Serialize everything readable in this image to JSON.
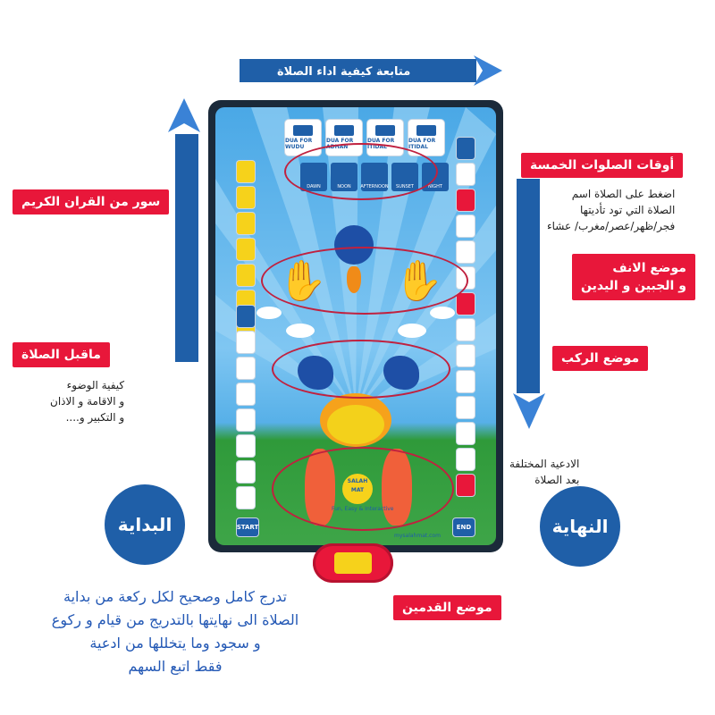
{
  "top_arrow_label": "متابعة كيفية اداء الصلاة",
  "left_vertical_label": "متابعة كيفية اداء الصلاة",
  "right_vertical_label": "متابعة كيفية اداء الصلاة",
  "callouts": {
    "quran": "سور من القران الكريم",
    "prayer_times": "أوقات الصلوات الخمسة",
    "before_prayer": "ماقبل الصلاة",
    "nose_forehead": "موضع الانف\nو الجبين و اليدين",
    "knees": "موضع الركب",
    "feet": "موضع القدمين"
  },
  "notes": {
    "prayer_times_note": "اضغط على الصلاة اسم\nالصلاة التي تود تأديتها\nفجر/ظهر/عصر/مغرب/ عشاء",
    "before_prayer_note": "كيفية الوضوء\nو الاقامة و الاذان\nو التكبير و....",
    "duas_note": "الادعية المختلفة\nبعد الصلاة"
  },
  "start_circle": "البداية",
  "end_circle": "النهاية",
  "bottom_text": "تدرج كامل وصحيح لكل ركعة من بداية\nالصلاة الى نهايتها بالتدريج من قيام و ركوع\nو سجود وما يتخللها من ادعية\nفقط اتبع السهم",
  "mat": {
    "top_buttons": [
      "DUA FOR WUDU",
      "DUA FOR ADHAN",
      "DUA FOR ITIDAL",
      "DUA FOR ITIDAL"
    ],
    "prayer_times": [
      "DAWN",
      "NOON",
      "AFTERNOON",
      "SUNSET",
      "NIGHT"
    ],
    "start_btn": "START",
    "end_btn": "END",
    "logo_top": "SALAH",
    "logo_bottom": "MAT",
    "tagline": "Fun, Easy & Interactive",
    "website": "mysalahmat.com"
  },
  "colors": {
    "red": "#e8173a",
    "blue": "#1f5fa8",
    "yellow": "#f6d21b",
    "green": "#3ea548"
  }
}
